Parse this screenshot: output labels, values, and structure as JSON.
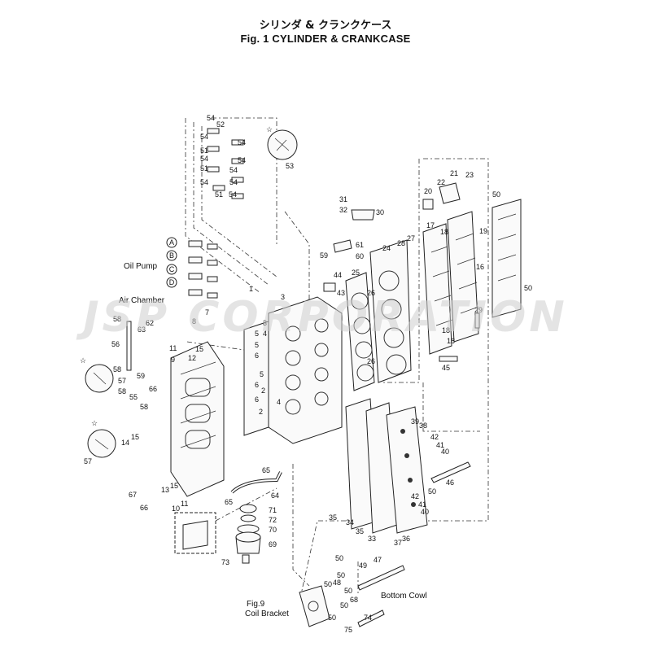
{
  "header": {
    "title_jp": "シリンダ & クランクケース",
    "title_en": "Fig. 1   CYLINDER & CRANKCASE"
  },
  "watermark": "JSP CORPORATION",
  "callouts": {
    "oil_pump": "Oil Pump",
    "air_chamber": "Air Chamber",
    "coil_bracket_fig": "Fig.9",
    "coil_bracket": "Coil Bracket",
    "bottom_cowl": "Bottom Cowl"
  },
  "circle_letters": [
    "A",
    "B",
    "C",
    "D"
  ],
  "star_symbol": "☆",
  "part_numbers": {
    "p1": "1",
    "p2": "2",
    "p3": "3",
    "p4": "4",
    "p5": "5",
    "p6": "6",
    "p7": "7",
    "p8": "8",
    "p9": "9",
    "p10": "10",
    "p11": "11",
    "p12": "12",
    "p13": "13",
    "p14": "14",
    "p15": "15",
    "p16": "16",
    "p17": "17",
    "p18": "18",
    "p19": "19",
    "p20": "20",
    "p21": "21",
    "p22": "22",
    "p23": "23",
    "p24": "24",
    "p25": "25",
    "p26": "26",
    "p27": "27",
    "p28": "28",
    "p29": "29",
    "p30": "30",
    "p31": "31",
    "p32": "32",
    "p33": "33",
    "p34": "34",
    "p35": "35",
    "p36": "36",
    "p37": "37",
    "p38": "38",
    "p39": "39",
    "p40": "40",
    "p41": "41",
    "p42": "42",
    "p43": "43",
    "p44": "44",
    "p45": "45",
    "p46": "46",
    "p47": "47",
    "p48": "48",
    "p49": "49",
    "p50": "50",
    "p51": "51",
    "p52": "52",
    "p53": "53",
    "p54": "54",
    "p55": "55",
    "p56": "56",
    "p57": "57",
    "p58": "58",
    "p59": "59",
    "p60": "60",
    "p61": "61",
    "p62": "62",
    "p63": "63",
    "p64": "64",
    "p65": "65",
    "p66": "66",
    "p67": "67",
    "p68": "68",
    "p69": "69",
    "p70": "70",
    "p71": "71",
    "p72": "72",
    "p73": "73",
    "p74": "74",
    "p75": "75"
  }
}
